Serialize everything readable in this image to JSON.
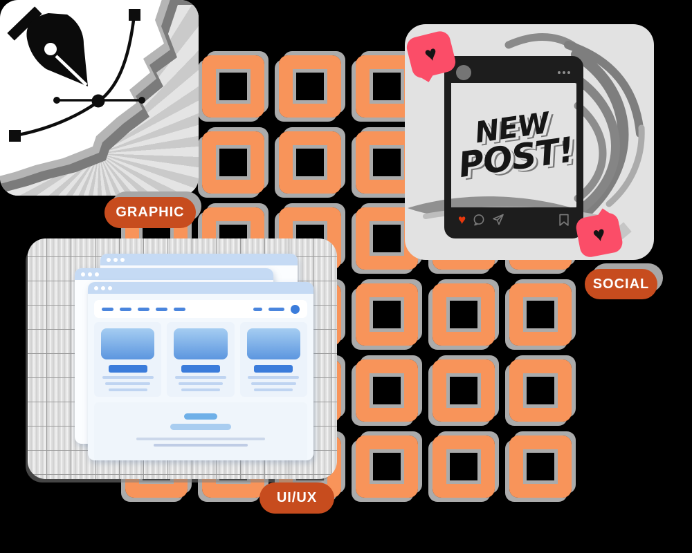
{
  "canvas": {
    "bg": "#000000"
  },
  "colors": {
    "orange": "#F8945A",
    "gray_accent": "#ABABAB",
    "badge_bg": "#C74C1E",
    "badge_text": "#FFFFFF",
    "pink": "#FB4D68",
    "heart_red": "#E8380D",
    "frame_dark": "#1D1D1D",
    "card_gray": "#E2E2E2",
    "blue_solid": "#3B7CDB",
    "blue_nav": "#4A85DD",
    "header_blue": "#C5DAF4"
  },
  "labels": {
    "graphic": "GRAPHIC",
    "uiux": "UI/UX",
    "social": "SOCIAL"
  },
  "social_post": {
    "lettering_line1": "NEW",
    "lettering_line2": "POST!"
  },
  "icons": {
    "heart": "♥"
  },
  "decor": {
    "grid_rows": 6,
    "grid_cols": 6
  }
}
